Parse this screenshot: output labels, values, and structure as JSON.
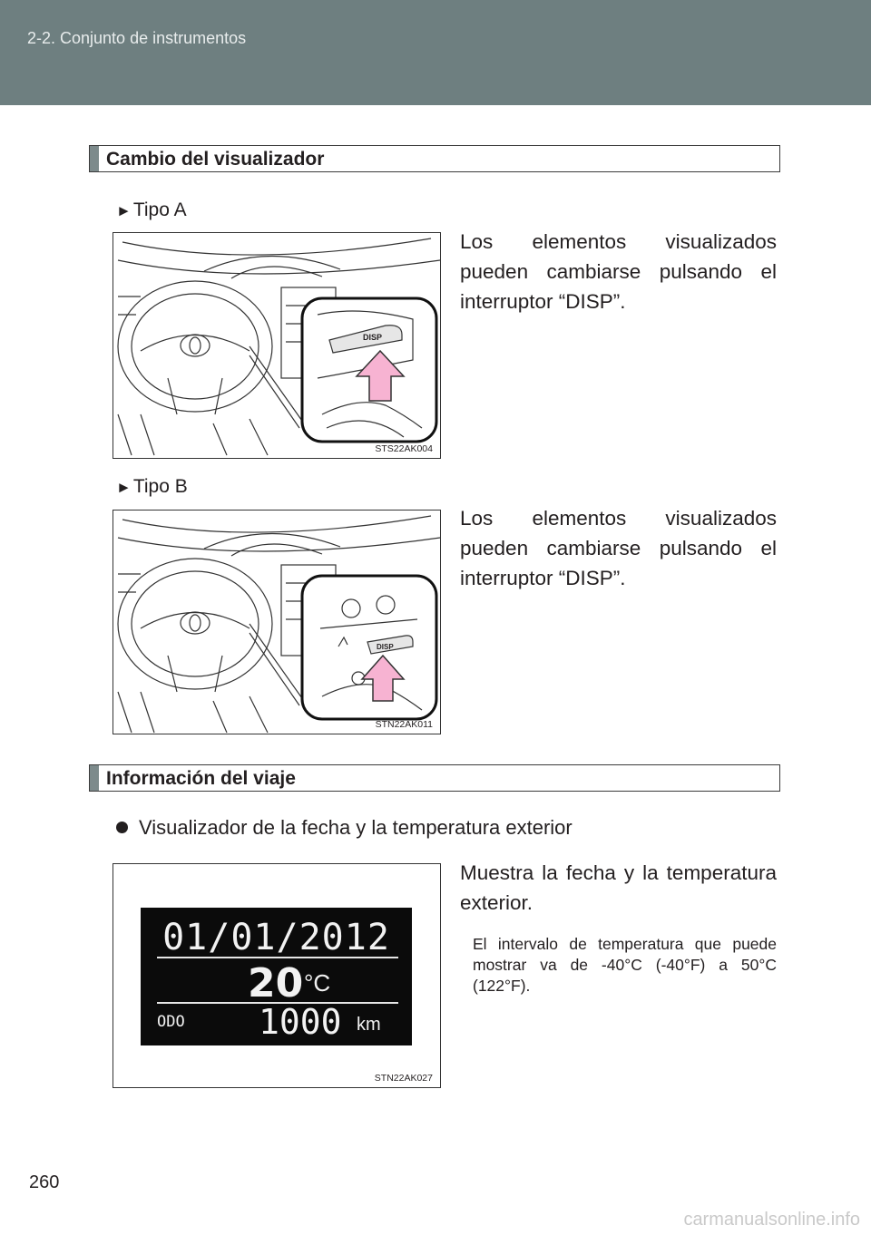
{
  "header": {
    "title": "2-2. Conjunto de instrumentos"
  },
  "section1": {
    "title": "Cambio del visualizador",
    "type_a": {
      "label": "Tipo A",
      "description": "Los elementos visualizados pueden cambiarse pulsando el interruptor “DISP”.",
      "figure_code": "STS22AK004",
      "button_text": "DISP"
    },
    "type_b": {
      "label": "Tipo B",
      "description": "Los elementos visualizados pueden cambiarse pulsando el interruptor “DISP”.",
      "figure_code": "STN22AK011",
      "button_text": "DISP"
    }
  },
  "section2": {
    "title": "Información del viaje",
    "bullet": "Visualizador de la fecha y la temperatura exterior",
    "description": "Muestra la fecha y la temperatura exterior.",
    "note": "El intervalo de temperatura que puede mostrar va de -40°C (-40°F) a 50°C (122°F).",
    "display": {
      "date": "01/01/2012",
      "temperature": "20",
      "temperature_unit": "°C",
      "odo_label": "ODO",
      "odo_value": "1000",
      "odo_unit": "km"
    },
    "figure_code": "STN22AK027"
  },
  "footer": {
    "page_number": "260",
    "watermark": "carmanualsonline.info"
  }
}
